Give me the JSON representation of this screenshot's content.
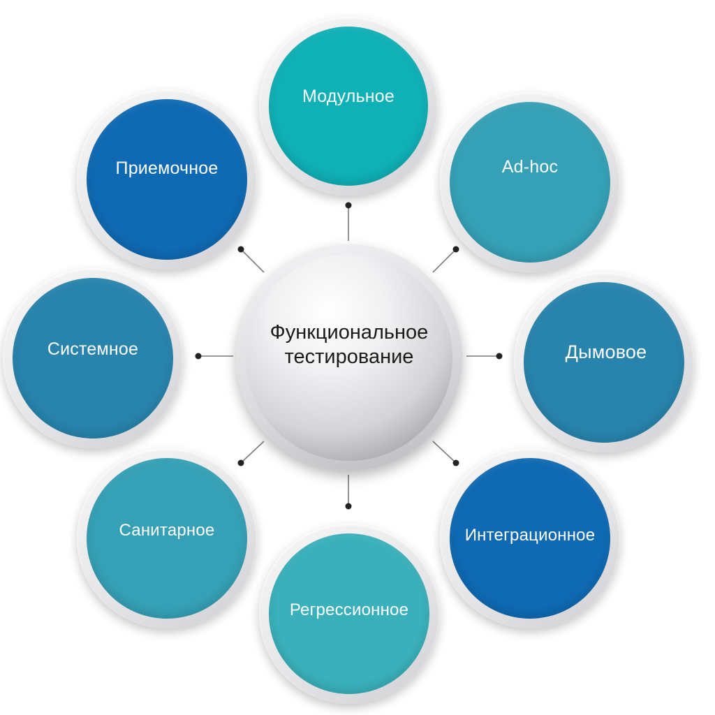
{
  "hub": {
    "line1": "Функциональное",
    "line2": "тестирование"
  },
  "nodes": {
    "modular": "Модульное",
    "adhoc": "Ad-hoc",
    "smoke": "Дымовое",
    "integration": "Интеграционное",
    "regression": "Регрессионное",
    "sanity": "Санитарное",
    "system": "Системное",
    "acceptance": "Приемочное"
  },
  "colors": {
    "teal_light": "#0fb0b6",
    "teal": "#35a0b6",
    "teal_mid": "#3ab0bb",
    "steel_blue": "#2884ad",
    "royal_blue": "#0f6ab3",
    "connector": "#6a6a6a",
    "connector_dot": "#222222"
  }
}
